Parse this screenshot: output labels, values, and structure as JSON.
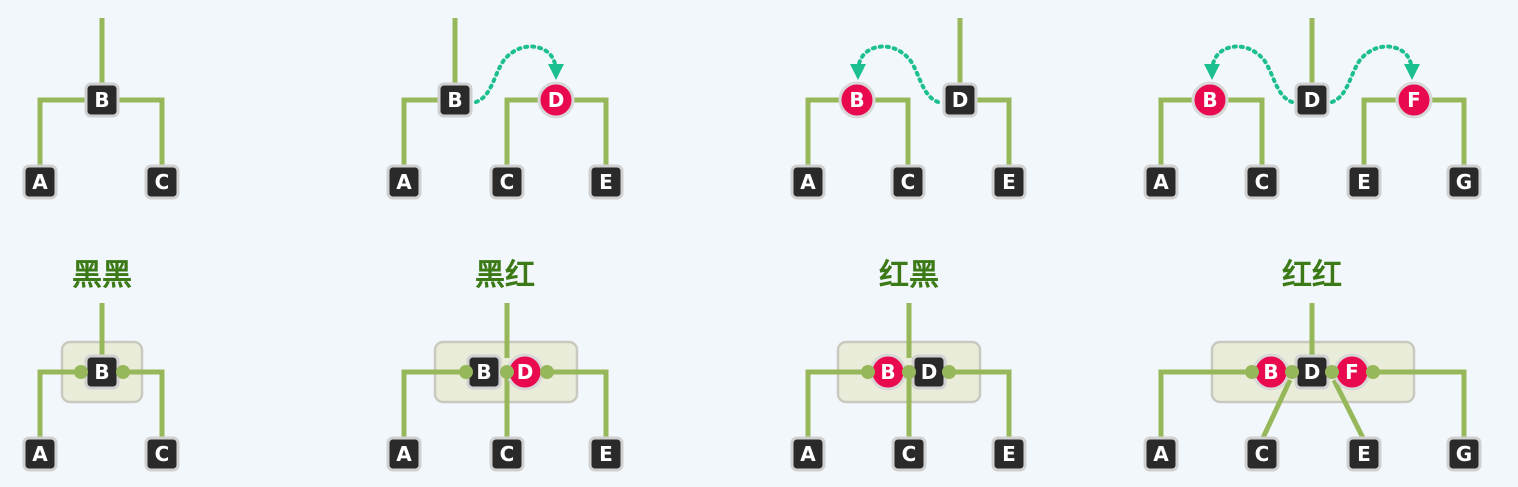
{
  "panels": [
    {
      "caption": "黑黑",
      "nodes": {
        "B": "B",
        "A": "A",
        "C": "C"
      }
    },
    {
      "caption": "黑红",
      "nodes": {
        "B": "B",
        "D": "D",
        "A": "A",
        "C": "C",
        "E": "E"
      }
    },
    {
      "caption": "红黑",
      "nodes": {
        "B": "B",
        "D": "D",
        "A": "A",
        "C": "C",
        "E": "E"
      }
    },
    {
      "caption": "红红",
      "nodes": {
        "B": "B",
        "D": "D",
        "F": "F",
        "A": "A",
        "C": "C",
        "E": "E",
        "G": "G"
      }
    }
  ],
  "colors": {
    "edge": "#97b85a",
    "black_node": "#2a2a2a",
    "red_node": "#e8094f",
    "rotation_arrow": "#1dbf91",
    "caption": "#3b7a16",
    "group_box": "#e9ecd9"
  }
}
